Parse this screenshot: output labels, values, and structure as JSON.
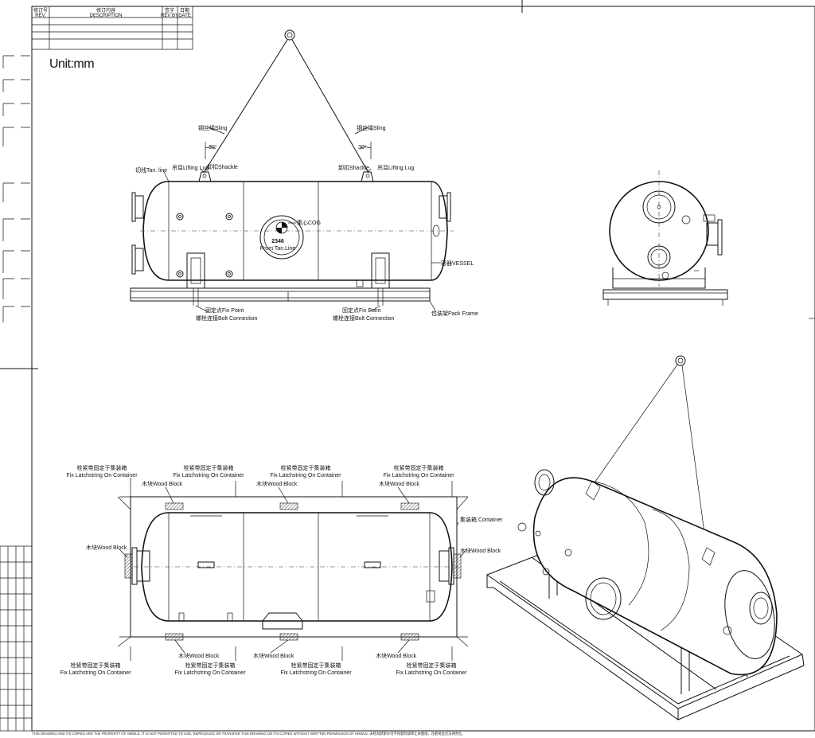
{
  "units": "Unit:mm",
  "revision_block": {
    "headers": [
      "修订号\nREV.",
      "修订内容\nDESCRIPTION",
      "签字\nREV BY",
      "日期\nDATE"
    ],
    "rev_label": "REV.",
    "description_label": "DESCRIPTION",
    "revby_label": "REV BY",
    "date_label": "DATE"
  },
  "side_view": {
    "sling_left": "钢丝绳Sling",
    "sling_right": "钢丝绳Sling",
    "angle_left": "30°",
    "angle_right": "30°",
    "lug_left": "吊耳Lifting Lug",
    "shackle_left": "卸扣Shackle",
    "shackle_right": "卸扣Shackle",
    "lug_right": "吊耳Lifting Lug",
    "tan_line": "切线Tan. line",
    "cog": "重心COG",
    "cog_distance": "2346",
    "cog_from": "From Tan.Line",
    "vessel": "容器VESSEL",
    "fix_point_left": "固定点Fix Point",
    "bolt_left": "螺栓连接Bolt Connection",
    "fix_point_right": "固定点Fix Point",
    "bolt_right": "螺栓连接Bolt Connection",
    "pack_frame": "包装架Pack Frame"
  },
  "plan_view": {
    "latch_top": [
      "栓紧带固定于集装箱\nFix Latchstring On Container",
      "栓紧带固定于集装箱\nFix Latchstring On Container",
      "栓紧带固定于集装箱\nFix Latchstring On Container",
      "栓紧带固定于集装箱\nFix Latchstring On Container"
    ],
    "latch_top_cn": "栓紧带固定于集装箱",
    "latch_en": "Fix Latchstring On Container",
    "wood_block": "木块Wood Block",
    "container": "集装箱 Container"
  },
  "footer": "THIS DRAWING AND ITS COPIES ARE THE PROPERTY OF HMWLE. IT IS NOT PERMITTED TO USE, REPRODUCE OR TRANSFER THIS DRAWING OR ITS COPIES WITHOUT WRITTEN PERMISSION OF HMWLE.     未经海默斯许可不得复制或转让本图纸，违者将追究法律责任。"
}
